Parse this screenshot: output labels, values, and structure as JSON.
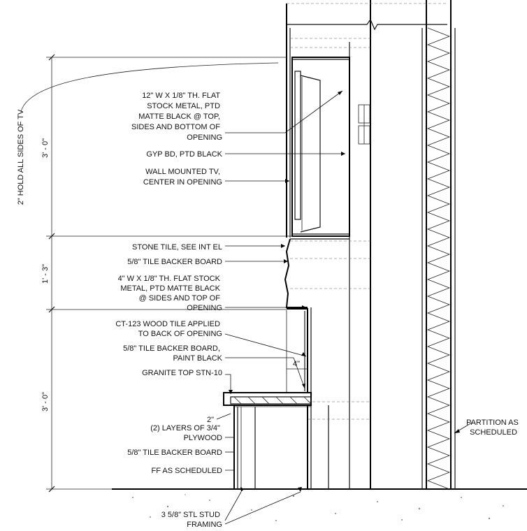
{
  "dimensions": {
    "tv_opening_height": "3' - 0\"",
    "tile_band_height": "1' - 3\"",
    "lower_height": "3' - 0\"",
    "hold_note": "2\" HOLD ALL SIDES OF TV",
    "niche_depth": "4\"",
    "counter_overhang": "2\""
  },
  "notes": [
    {
      "key": "flat_stock_top",
      "lines": [
        "12\" W X 1/8\" TH. FLAT",
        "STOCK METAL, PTD",
        "MATTE BLACK @ TOP,",
        "SIDES AND BOTTOM OF",
        "OPENING"
      ]
    },
    {
      "key": "gyp_bd",
      "lines": [
        "GYP BD, PTD BLACK"
      ]
    },
    {
      "key": "tv",
      "lines": [
        "WALL MOUNTED TV,",
        "CENTER IN OPENING"
      ]
    },
    {
      "key": "stone_tile",
      "lines": [
        "STONE TILE, SEE INT EL"
      ]
    },
    {
      "key": "backer_upper",
      "lines": [
        "5/8\" TILE BACKER BOARD"
      ]
    },
    {
      "key": "flat_stock_niche",
      "lines": [
        "4\" W X 1/8\" TH. FLAT STOCK",
        "METAL, PTD MATTE BLACK",
        "@ SIDES AND TOP OF",
        "OPENING"
      ]
    },
    {
      "key": "wood_tile",
      "lines": [
        "CT-123 WOOD TILE APPLIED",
        "TO BACK OF OPENING"
      ]
    },
    {
      "key": "backer_black",
      "lines": [
        "5/8\" TILE BACKER BOARD,",
        "PAINT BLACK"
      ]
    },
    {
      "key": "granite",
      "lines": [
        "GRANITE TOP STN-10"
      ]
    },
    {
      "key": "plywood",
      "lines": [
        "(2) LAYERS OF 3/4\"",
        "PLYWOOD"
      ]
    },
    {
      "key": "backer_lower",
      "lines": [
        "5/8\" TILE BACKER BOARD"
      ]
    },
    {
      "key": "ff",
      "lines": [
        "FF AS SCHEDULED"
      ]
    },
    {
      "key": "studs",
      "lines": [
        "3 5/8\" STL STUD",
        "FRAMING"
      ]
    },
    {
      "key": "partition",
      "lines": [
        "PARTITION AS",
        "SCHEDULED"
      ]
    }
  ]
}
